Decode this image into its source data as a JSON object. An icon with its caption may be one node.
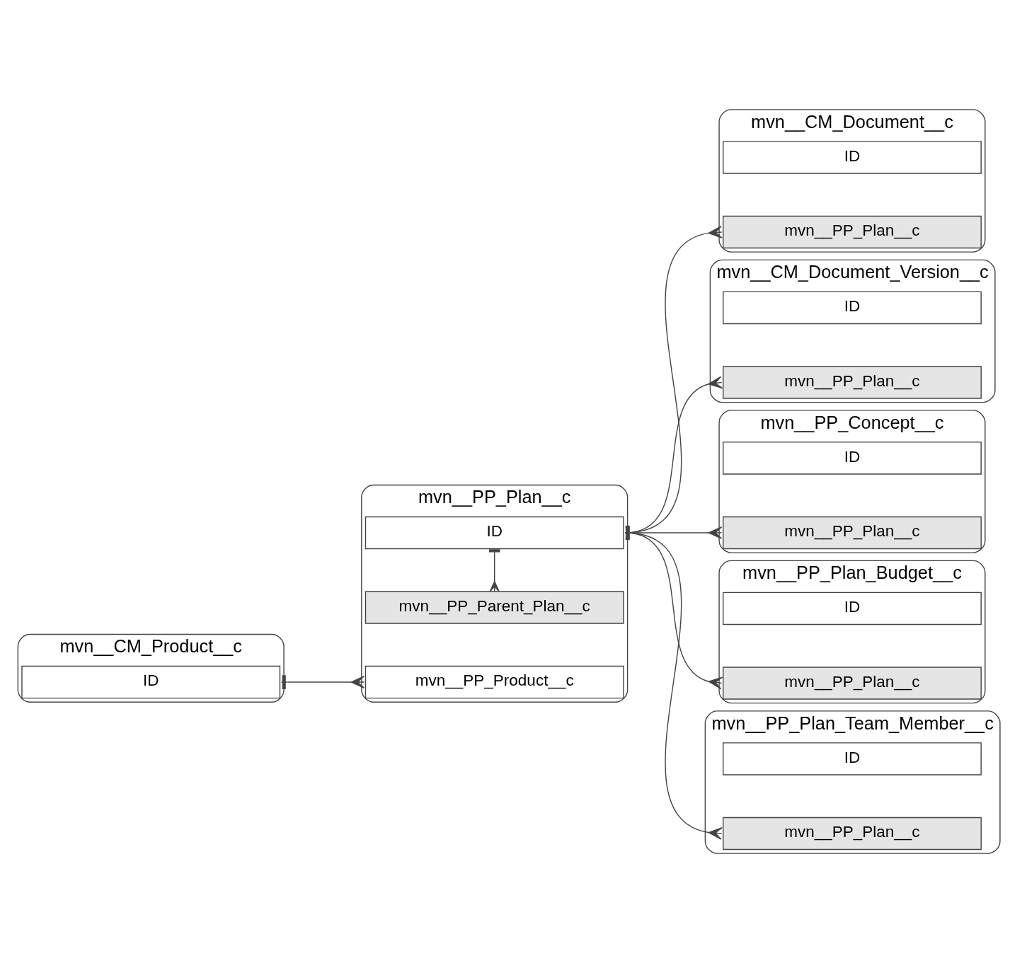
{
  "diagram": {
    "nodes": [
      {
        "text": [
          "mvn__PP_Plan__c"
        ]
      },
      {
        "text": [
          "ID"
        ],
        "in": 0
      },
      {
        "text": [
          "mvn__PP_Parent_Plan__c"
        ],
        "in": 0
      },
      {
        "text": [
          "mvn__PP_Product__c"
        ],
        "in": 0
      },
      {
        "text": [
          "mvn__CM_Document__c"
        ]
      },
      {
        "text": [
          "ID"
        ],
        "in": 4
      },
      {
        "text": [
          "mvn__PP_Plan__c"
        ],
        "in": 4
      },
      {
        "text": [
          "mvn__CM_Product__c"
        ]
      },
      {
        "text": [
          "ID"
        ],
        "in": 7
      },
      {
        "text": [
          "mvn__CM_Document_Version__c"
        ]
      },
      {
        "text": [
          "ID"
        ],
        "in": 9
      },
      {
        "text": [
          "mvn__PP_Plan__c"
        ],
        "in": 9
      },
      {
        "text": [
          "mvn__PP_Concept__c"
        ]
      },
      {
        "text": [
          "ID"
        ],
        "in": 12
      },
      {
        "text": [
          "mvn__PP_Plan__c"
        ],
        "in": 12
      },
      {
        "text": [
          "mvn__PP_Plan_Budget__c"
        ]
      },
      {
        "text": [
          "ID"
        ],
        "in": 15
      },
      {
        "text": [
          "mvn__PP_Plan__c"
        ],
        "in": 15
      },
      {
        "text": [
          "mvn__PP_Plan_Team_Member__c"
        ]
      },
      {
        "text": [
          "ID"
        ],
        "in": 18
      },
      {
        "text": [
          "mvn__PP_Plan__c"
        ],
        "in": 18
      }
    ],
    "edges": [
      {
        "from": 1,
        "to": 2,
        "arrow": "other"
      },
      {
        "from": 1,
        "to": 6,
        "arrow": "other"
      },
      {
        "from": 1,
        "to": 11,
        "arrow": "other"
      },
      {
        "from": 1,
        "to": 14,
        "arrow": "other"
      },
      {
        "from": 1,
        "to": 17,
        "arrow": "other"
      },
      {
        "from": 1,
        "to": 20,
        "arrow": "other"
      },
      {
        "from": 8,
        "to": 3,
        "arrow": "other"
      }
    ]
  }
}
